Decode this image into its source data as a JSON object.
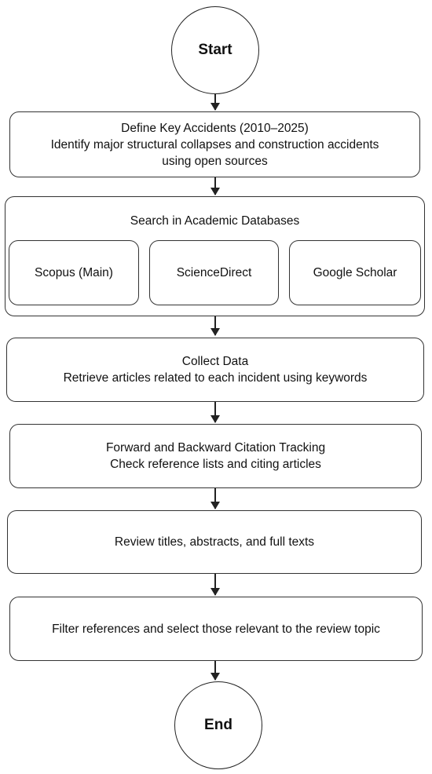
{
  "start": "Start",
  "end": "End",
  "step1": {
    "title": "Define Key Accidents (2010–2025)",
    "line2": "Identify major structural collapses and construction accidents",
    "line3": "using open sources"
  },
  "step2": {
    "title": "Search in Academic Databases",
    "sources": [
      "Scopus (Main)",
      "ScienceDirect",
      "Google Scholar"
    ]
  },
  "step3": {
    "title": "Collect Data",
    "line2": "Retrieve articles related to each incident using keywords"
  },
  "step4": {
    "title": "Forward and Backward Citation Tracking",
    "line2": "Check reference lists and citing articles"
  },
  "step5": {
    "title": "Review titles, abstracts, and full texts"
  },
  "step6": {
    "title": "Filter references and select those relevant to the review topic"
  }
}
